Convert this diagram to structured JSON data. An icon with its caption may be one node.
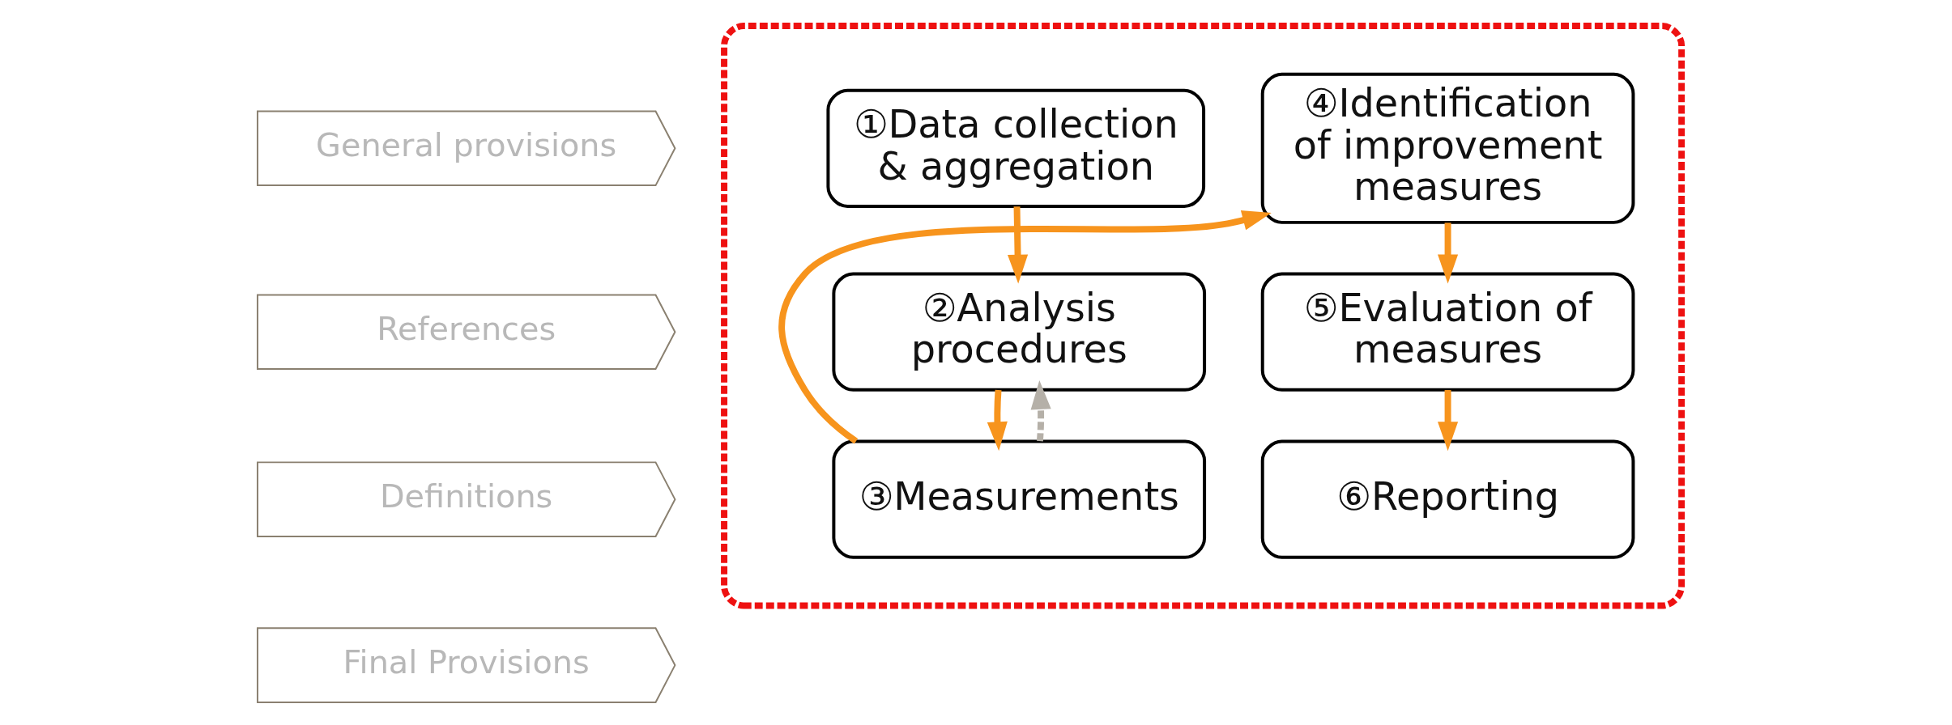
{
  "diagram": {
    "nodes": [
      {
        "text": [
          "General provisions"
        ]
      },
      {
        "text": [
          "References"
        ]
      },
      {
        "text": [
          "Definitions"
        ]
      },
      {
        "text": [
          "Final Provisions"
        ]
      },
      {
        "text": [],
        "shape": "box"
      },
      {
        "text": [
          "①Data collection & aggregation"
        ],
        "in": 4
      },
      {
        "text": [
          "②Analysis procedures"
        ],
        "in": 4
      },
      {
        "text": [
          "③Measurements"
        ],
        "in": 4
      },
      {
        "text": [
          "④Identification of improvement measures"
        ],
        "in": 4
      },
      {
        "text": [
          "⑤Evaluation of measures"
        ],
        "in": 4
      },
      {
        "text": [
          "⑥Reporting"
        ],
        "in": 4
      }
    ],
    "edges": [
      {
        "from": 5,
        "to": 6,
        "arrow": "to"
      },
      {
        "from": 6,
        "to": 7,
        "arrow": "to"
      },
      {
        "from": 7,
        "to": 8,
        "arrow": "to"
      },
      {
        "from": 8,
        "to": 9,
        "arrow": "to"
      },
      {
        "from": 9,
        "to": 10,
        "arrow": "to"
      },
      {
        "from": 7,
        "to": 6,
        "arrow": "to",
        "style": "dashed",
        "color": "#b5b0a8"
      }
    ]
  }
}
